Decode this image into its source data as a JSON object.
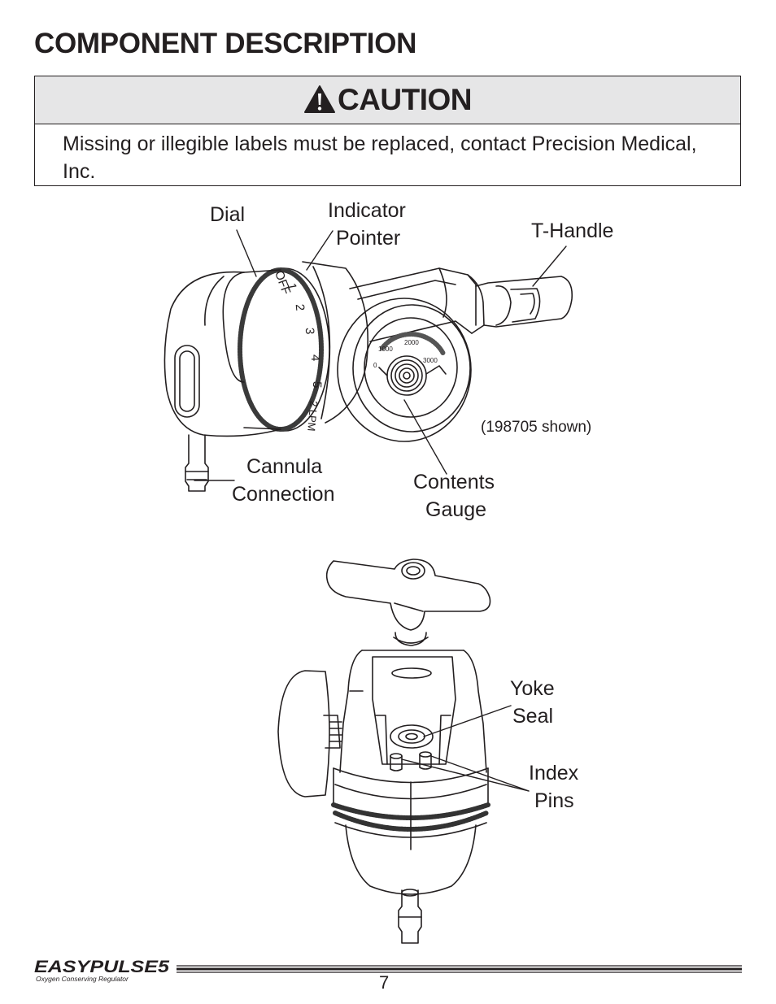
{
  "page": {
    "title": "COMPONENT DESCRIPTION",
    "number": "7"
  },
  "caution": {
    "heading": "CAUTION",
    "icon": "warning-triangle-icon",
    "text": "Missing or illegible labels must be replaced, contact Precision Medical, Inc."
  },
  "figure_top": {
    "labels": {
      "dial": "Dial",
      "indicator_line1": "Indicator",
      "indicator_line2": "Pointer",
      "t_handle": "T-Handle",
      "cannula_line1": "Cannula",
      "cannula_line2": "Connection",
      "contents_line1": "Contents",
      "contents_line2": "Gauge",
      "shown_note": "(198705 shown)"
    },
    "dial_marks": [
      "OFF",
      "1",
      "2",
      "3",
      "4",
      "5",
      "2 LPM"
    ],
    "gauge_marks": [
      "1000",
      "2000",
      "3000",
      "0"
    ]
  },
  "figure_bottom": {
    "labels": {
      "yoke_line1": "Yoke",
      "yoke_line2": "Seal",
      "index_line1": "Index",
      "index_line2": "Pins"
    }
  },
  "footer": {
    "brand": "EASYPULSE5",
    "tagline": "Oxygen Conserving Regulator"
  }
}
